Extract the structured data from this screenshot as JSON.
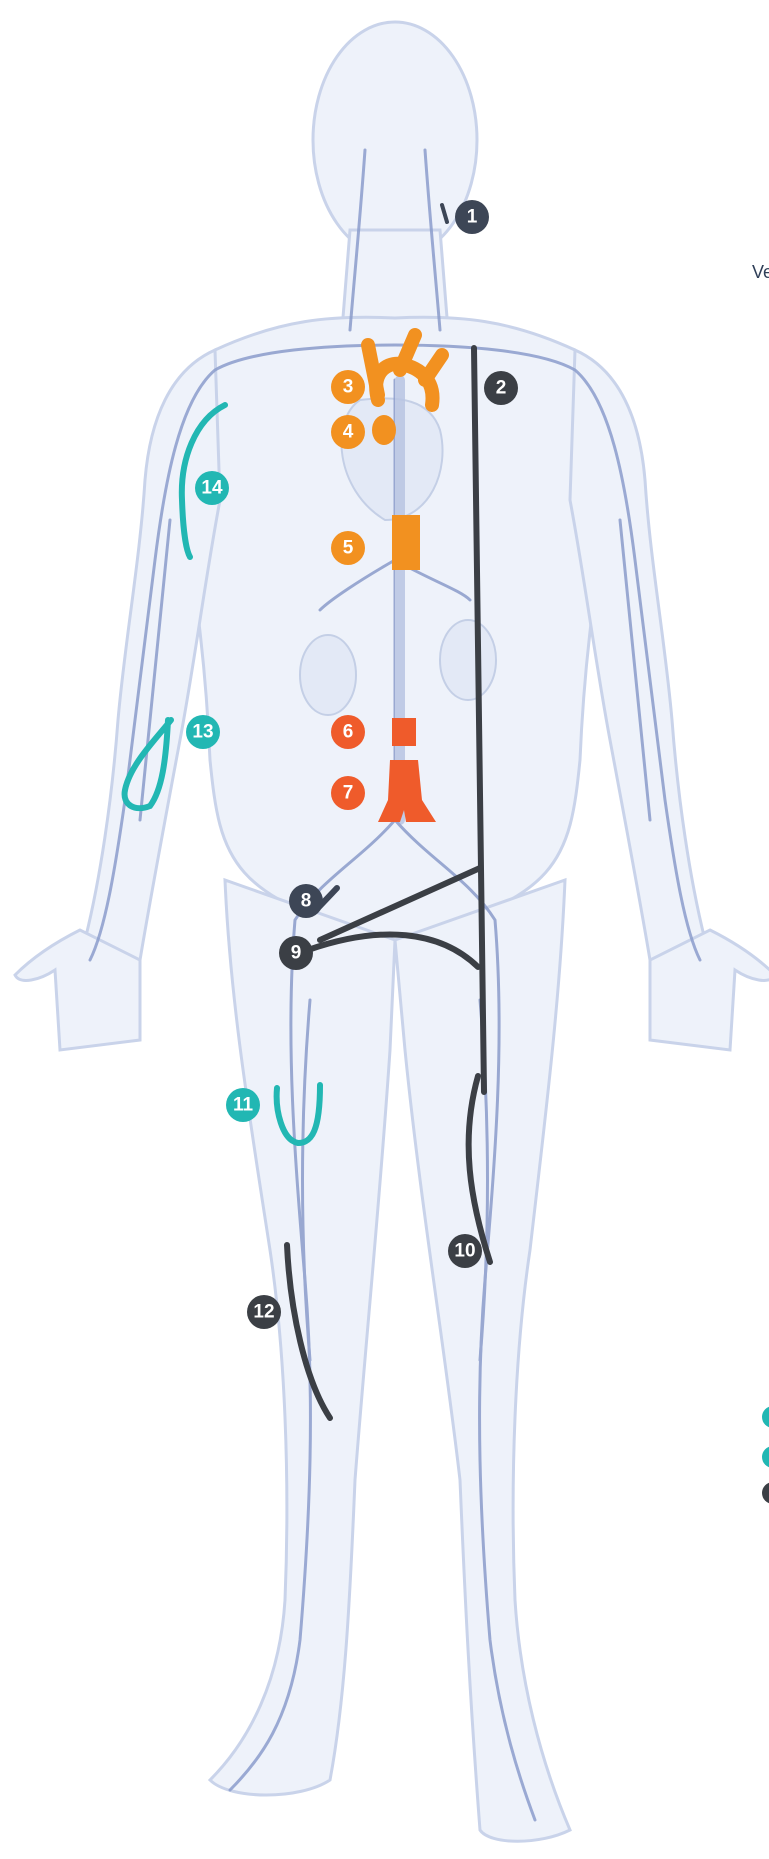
{
  "colors": {
    "background": "#ffffff",
    "body_fill": "#eef2fa",
    "body_outline": "#c9d3ea",
    "vessel": "#8b9ccb",
    "organ": "#e3e9f6",
    "orange": "#f29120",
    "red_orange": "#ef5b2b",
    "teal": "#22b7b3",
    "dark": "#3b3f45",
    "navy": "#3d4656"
  },
  "side_label": "Ve",
  "markers": [
    {
      "id": "1",
      "label": "1",
      "color": "navy"
    },
    {
      "id": "2",
      "label": "2",
      "color": "dark"
    },
    {
      "id": "3",
      "label": "3",
      "color": "orange"
    },
    {
      "id": "4",
      "label": "4",
      "color": "orange"
    },
    {
      "id": "5",
      "label": "5",
      "color": "orange"
    },
    {
      "id": "6",
      "label": "6",
      "color": "red_orange"
    },
    {
      "id": "7",
      "label": "7",
      "color": "red_orange"
    },
    {
      "id": "8",
      "label": "8",
      "color": "navy"
    },
    {
      "id": "9",
      "label": "9",
      "color": "dark"
    },
    {
      "id": "10",
      "label": "10",
      "color": "dark"
    },
    {
      "id": "11",
      "label": "11",
      "color": "teal"
    },
    {
      "id": "12",
      "label": "12",
      "color": "dark"
    },
    {
      "id": "13",
      "label": "13",
      "color": "teal"
    },
    {
      "id": "14",
      "label": "14",
      "color": "teal"
    }
  ],
  "legend_dots": [
    "teal",
    "teal",
    "dark"
  ]
}
